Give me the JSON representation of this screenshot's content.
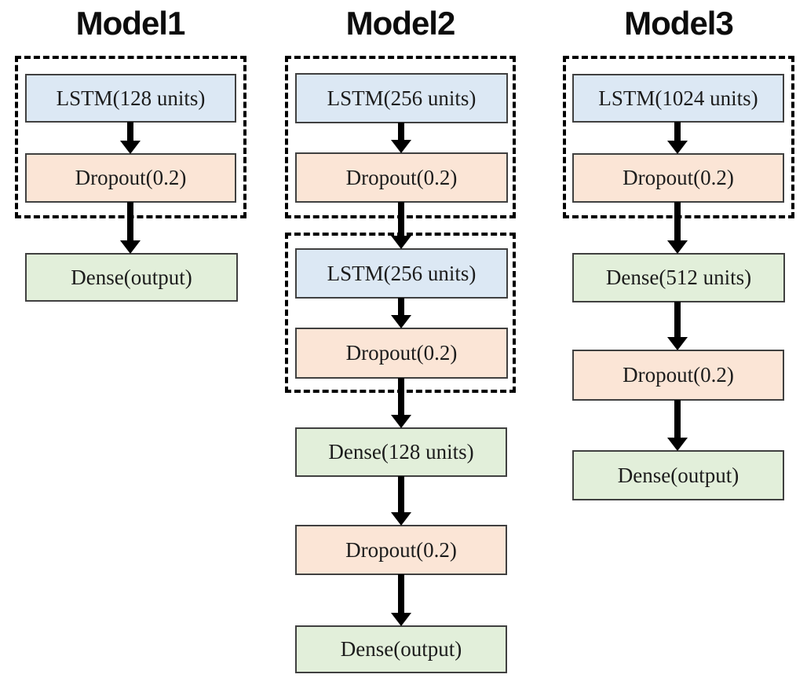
{
  "diagram": {
    "models": [
      {
        "title": "Model1",
        "layers": [
          {
            "label": "LSTM(128 units)",
            "type": "lstm"
          },
          {
            "label": "Dropout(0.2)",
            "type": "dropout"
          },
          {
            "label": "Dense(output)",
            "type": "dense"
          }
        ]
      },
      {
        "title": "Model2",
        "layers": [
          {
            "label": "LSTM(256 units)",
            "type": "lstm"
          },
          {
            "label": "Dropout(0.2)",
            "type": "dropout"
          },
          {
            "label": "LSTM(256 units)",
            "type": "lstm"
          },
          {
            "label": "Dropout(0.2)",
            "type": "dropout"
          },
          {
            "label": "Dense(128 units)",
            "type": "dense"
          },
          {
            "label": "Dropout(0.2)",
            "type": "dropout"
          },
          {
            "label": "Dense(output)",
            "type": "dense"
          }
        ]
      },
      {
        "title": "Model3",
        "layers": [
          {
            "label": "LSTM(1024 units)",
            "type": "lstm"
          },
          {
            "label": "Dropout(0.2)",
            "type": "dropout"
          },
          {
            "label": "Dense(512 units)",
            "type": "dense"
          },
          {
            "label": "Dropout(0.2)",
            "type": "dropout"
          },
          {
            "label": "Dense(output)",
            "type": "dense"
          }
        ]
      }
    ],
    "colors": {
      "lstm_fill": "#dce8f4",
      "dropout_fill": "#fbe5d6",
      "dense_fill": "#e2efda",
      "box_border": "#404040",
      "group_outline": "#000000",
      "arrow": "#000000",
      "title_text": "#0d0d0d",
      "box_text": "#1c1c1c"
    }
  }
}
